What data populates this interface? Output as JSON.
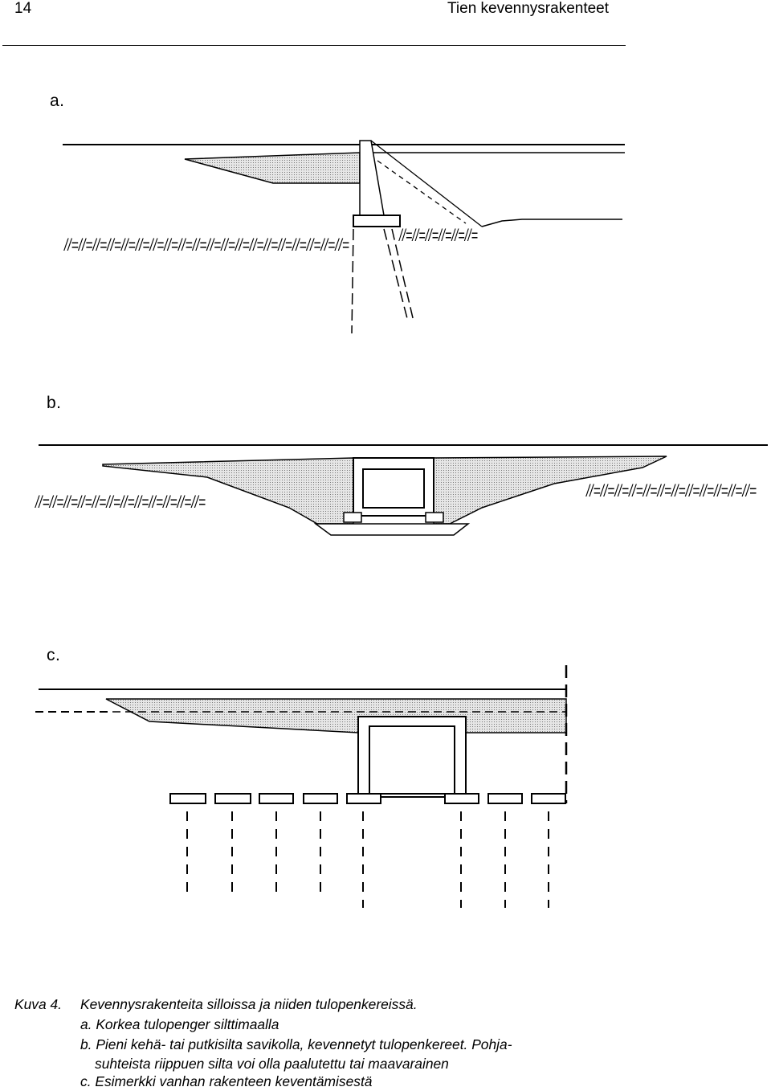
{
  "header": {
    "page_number": "14",
    "title": "Tien kevennysrakenteet"
  },
  "figures": {
    "a": {
      "label": "a."
    },
    "b": {
      "label": "b."
    },
    "c": {
      "label": "c."
    }
  },
  "soil_symbol": "//=//=",
  "caption": {
    "kuva": "Kuva 4.",
    "title": "Kevennysrakenteita silloissa ja niiden tulopenkereissä.",
    "item_a": "a. Korkea tulopenger silttimaalla",
    "item_b_1": "b. Pieni kehä- tai putkisilta savikolla, kevennetyt tulopenkereet. Pohja-",
    "item_b_2": "suhteista riippuen silta voi olla paalutettu tai maavarainen",
    "item_c": "c. Esimerkki vanhan rakenteen keventämisestä"
  },
  "colors": {
    "ink": "#000000",
    "fill_light": "#d9d9d9"
  }
}
